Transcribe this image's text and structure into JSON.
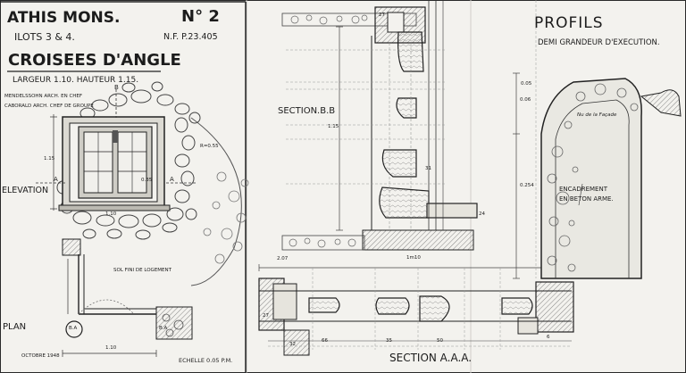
{
  "title_block": {
    "place": "ATHIS MONS.",
    "number": "N° 2",
    "lots": "ILOTS 3 & 4.",
    "ref": "N.F. P.23.405",
    "subject": "CROISEES D'ANGLE",
    "size": "LARGEUR 1.10. HAUTEUR 1.15.",
    "note1": "MENDELSSOHN ARCH. EN CHEF",
    "note2": "CABORALD ARCH. CHEF DE GROUPE"
  },
  "labels": {
    "elevation": "ELEVATION",
    "plan": "PLAN",
    "section_bb": "SECTION.B.B",
    "section_aaa": "SECTION A.A.A.",
    "profils_title": "PROFILS",
    "profils_sub": "DEMI GRANDEUR D'EXECUTION.",
    "encadrement": "ENCADREMENT",
    "en_beton": "EN BETON ARME.",
    "nu_facade": "Nu de la Façade",
    "sol": "SOL FINI DE LOGEMENT",
    "echelle": "ECHELLE 0.05 P.M.",
    "date": "OCTOBRE 1948",
    "radius": "R=0.55",
    "mark_b": "B",
    "mark_a": "A",
    "mark_ba": "B.A"
  },
  "dimensions": {
    "elev_width": "1.10",
    "elev_height": "1.15",
    "elev_frame": "0.35",
    "plan_total": "1.10",
    "bb_height": "1.15",
    "vert_right": "0°.05",
    "vert_right2": "0.254",
    "vert_top": "0.06",
    "vert_top2": "0.05",
    "dim_207": "2.07",
    "dim_1m10": "1m10",
    "dim_27a": "27",
    "dim_27b": "27",
    "dim_31": "31",
    "dim_24": "24",
    "dim_35": "35",
    "dim_50": "50",
    "dim_66": "66",
    "dim_32": "32",
    "dim_6": "6"
  }
}
